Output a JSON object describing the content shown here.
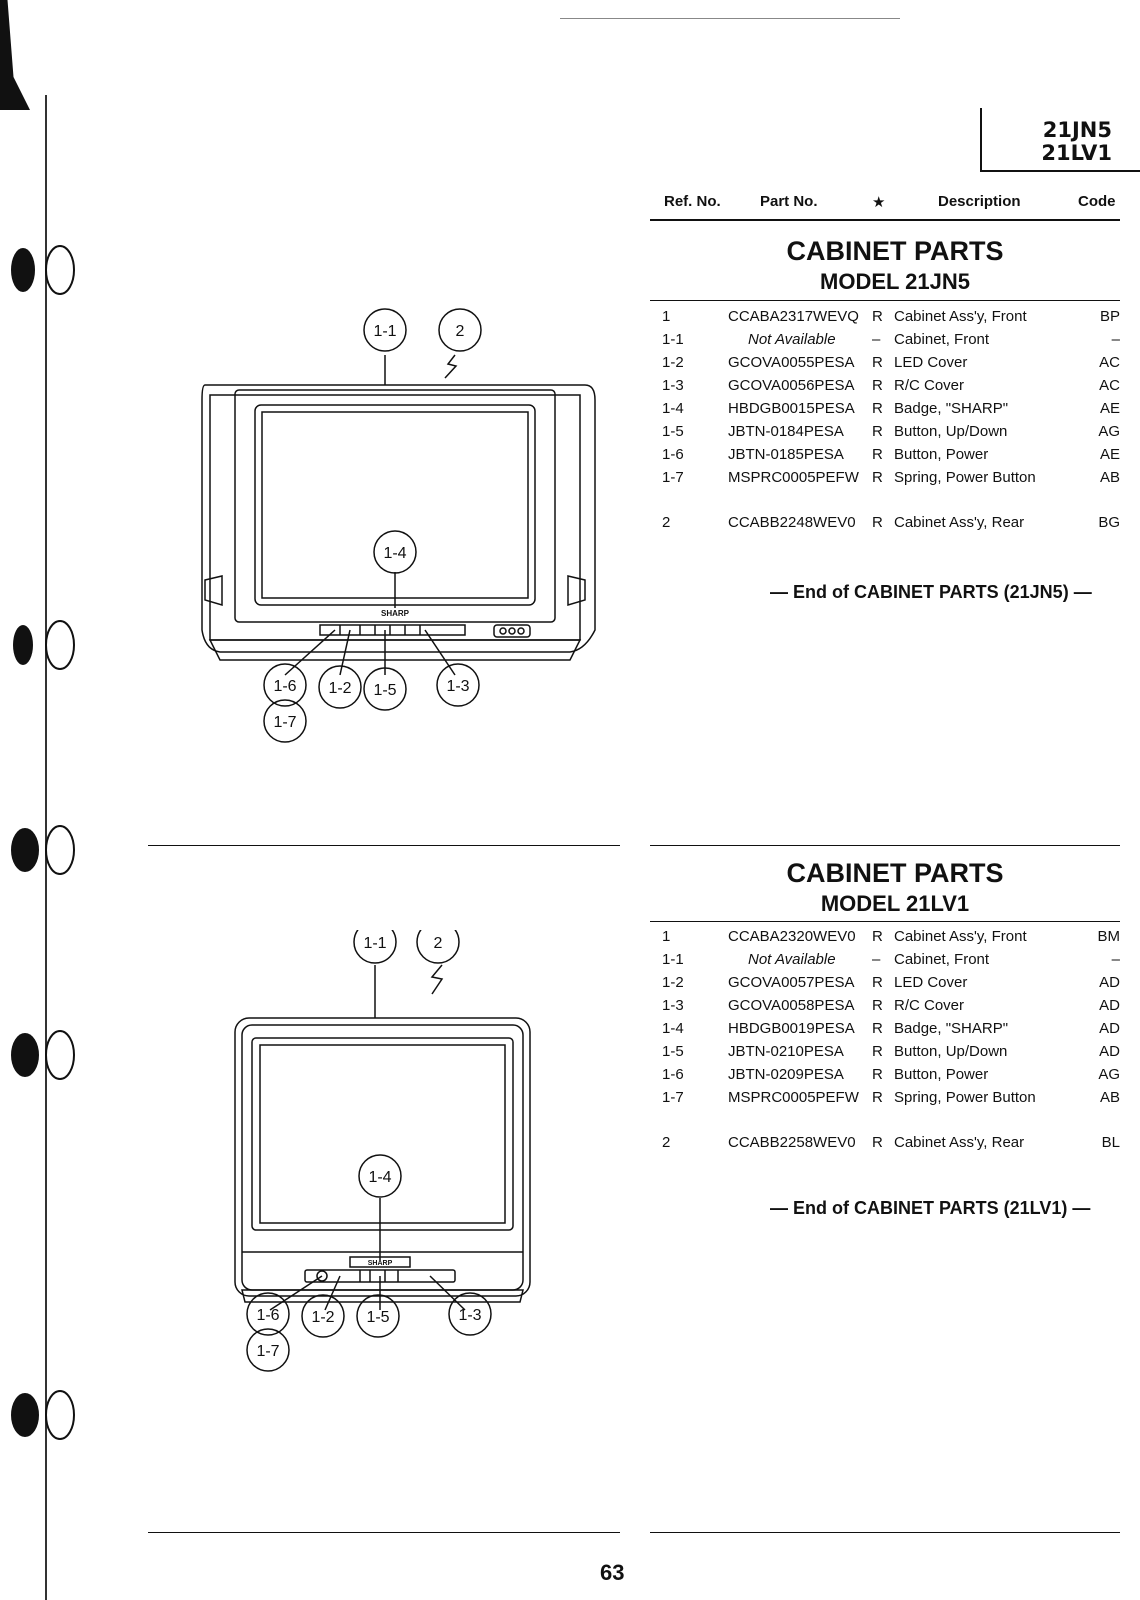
{
  "header": {
    "models": [
      "21JN5",
      "21LV1"
    ]
  },
  "columns": {
    "ref": "Ref. No.",
    "part": "Part No.",
    "star": "★",
    "description": "Description",
    "code": "Code"
  },
  "sections": [
    {
      "title": "CABINET PARTS",
      "model": "MODEL 21JN5",
      "rows": [
        {
          "ref": "1",
          "part": "CCABA2317WEVQ",
          "mark": "R",
          "desc": "Cabinet Ass'y, Front",
          "code": "BP"
        },
        {
          "ref": "1-1",
          "part": "Not Available",
          "mark": "–",
          "desc": "Cabinet, Front",
          "code": "–"
        },
        {
          "ref": "1-2",
          "part": "GCOVA0055PESA",
          "mark": "R",
          "desc": "LED Cover",
          "code": "AC"
        },
        {
          "ref": "1-3",
          "part": "GCOVA0056PESA",
          "mark": "R",
          "desc": "R/C Cover",
          "code": "AC"
        },
        {
          "ref": "1-4",
          "part": "HBDGB0015PESA",
          "mark": "R",
          "desc": "Badge, \"SHARP\"",
          "code": "AE"
        },
        {
          "ref": "1-5",
          "part": "JBTN-0184PESA",
          "mark": "R",
          "desc": "Button, Up/Down",
          "code": "AG"
        },
        {
          "ref": "1-6",
          "part": "JBTN-0185PESA",
          "mark": "R",
          "desc": "Button, Power",
          "code": "AE"
        },
        {
          "ref": "1-7",
          "part": "MSPRC0005PEFW",
          "mark": "R",
          "desc": "Spring, Power Button",
          "code": "AB"
        },
        {
          "ref": "2",
          "part": "CCABB2248WEV0",
          "mark": "R",
          "desc": "Cabinet Ass'y, Rear",
          "code": "BG"
        }
      ],
      "end_note": "— End of CABINET PARTS (21JN5) —"
    },
    {
      "title": "CABINET PARTS",
      "model": "MODEL 21LV1",
      "rows": [
        {
          "ref": "1",
          "part": "CCABA2320WEV0",
          "mark": "R",
          "desc": "Cabinet Ass'y, Front",
          "code": "BM"
        },
        {
          "ref": "1-1",
          "part": "Not Available",
          "mark": "–",
          "desc": "Cabinet, Front",
          "code": "–"
        },
        {
          "ref": "1-2",
          "part": "GCOVA0057PESA",
          "mark": "R",
          "desc": "LED Cover",
          "code": "AD"
        },
        {
          "ref": "1-3",
          "part": "GCOVA0058PESA",
          "mark": "R",
          "desc": "R/C Cover",
          "code": "AD"
        },
        {
          "ref": "1-4",
          "part": "HBDGB0019PESA",
          "mark": "R",
          "desc": "Badge, \"SHARP\"",
          "code": "AD"
        },
        {
          "ref": "1-5",
          "part": "JBTN-0210PESA",
          "mark": "R",
          "desc": "Button, Up/Down",
          "code": "AD"
        },
        {
          "ref": "1-6",
          "part": "JBTN-0209PESA",
          "mark": "R",
          "desc": "Button, Power",
          "code": "AG"
        },
        {
          "ref": "1-7",
          "part": "MSPRC0005PEFW",
          "mark": "R",
          "desc": "Spring, Power Button",
          "code": "AB"
        },
        {
          "ref": "2",
          "part": "CCABB2258WEV0",
          "mark": "R",
          "desc": "Cabinet Ass'y, Rear",
          "code": "BL"
        }
      ],
      "end_note": "— End of CABINET PARTS (21LV1) —"
    }
  ],
  "diagram_labels": [
    "1-1",
    "2",
    "1-4",
    "1-6",
    "1-7",
    "1-2",
    "1-5",
    "1-3"
  ],
  "badge_text": "SHARP",
  "page_number": "63"
}
